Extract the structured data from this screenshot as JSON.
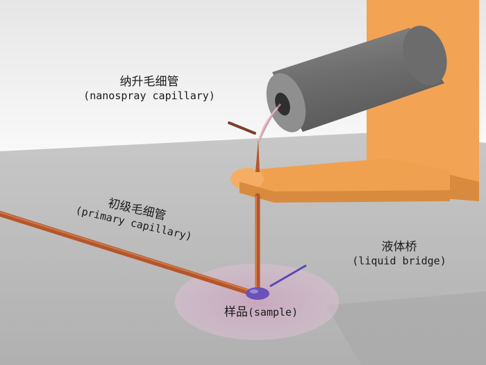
{
  "labels": {
    "nanospray_zh": "纳升毛细管",
    "nanospray_en": "(nanospray capillary)",
    "primary_zh": "初级毛细管",
    "primary_en": "(primary capillary)",
    "bridge_zh": "液体桥",
    "bridge_en": "(liquid bridge)",
    "sample_zh": "样品",
    "sample_en": "(sample)"
  },
  "colors": {
    "floor": "#bcbcbc",
    "wall": "#f2f2f2",
    "mount": "#f0a150",
    "mount_dark": "#d88b3f",
    "cylinder": "#7a7a7a",
    "capillary": "#b4562b",
    "sample_spot": "#d5b3c9",
    "sample_drop": "#6a52b8"
  }
}
